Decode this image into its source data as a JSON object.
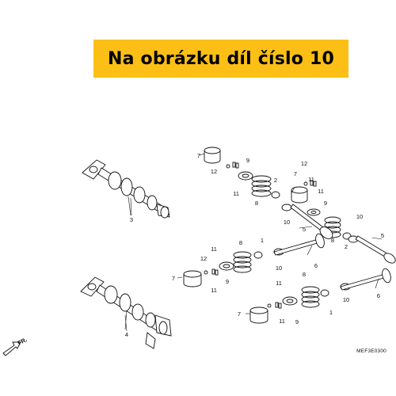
{
  "banner": {
    "text": "Na obrázku díl číslo 10",
    "color": "#fbbf16"
  },
  "diagram_code": "MEF3E0300",
  "direction_label": "FR.",
  "callouts": [
    "7",
    "12",
    "11",
    "9",
    "2",
    "8",
    "3",
    "12",
    "7",
    "11",
    "11",
    "9",
    "5",
    "10",
    "8",
    "10",
    "2",
    "5",
    "8",
    "11",
    "12",
    "7",
    "1",
    "9",
    "10",
    "6",
    "11",
    "4",
    "8",
    "11",
    "9",
    "10",
    "7",
    "11",
    "1",
    "6"
  ]
}
